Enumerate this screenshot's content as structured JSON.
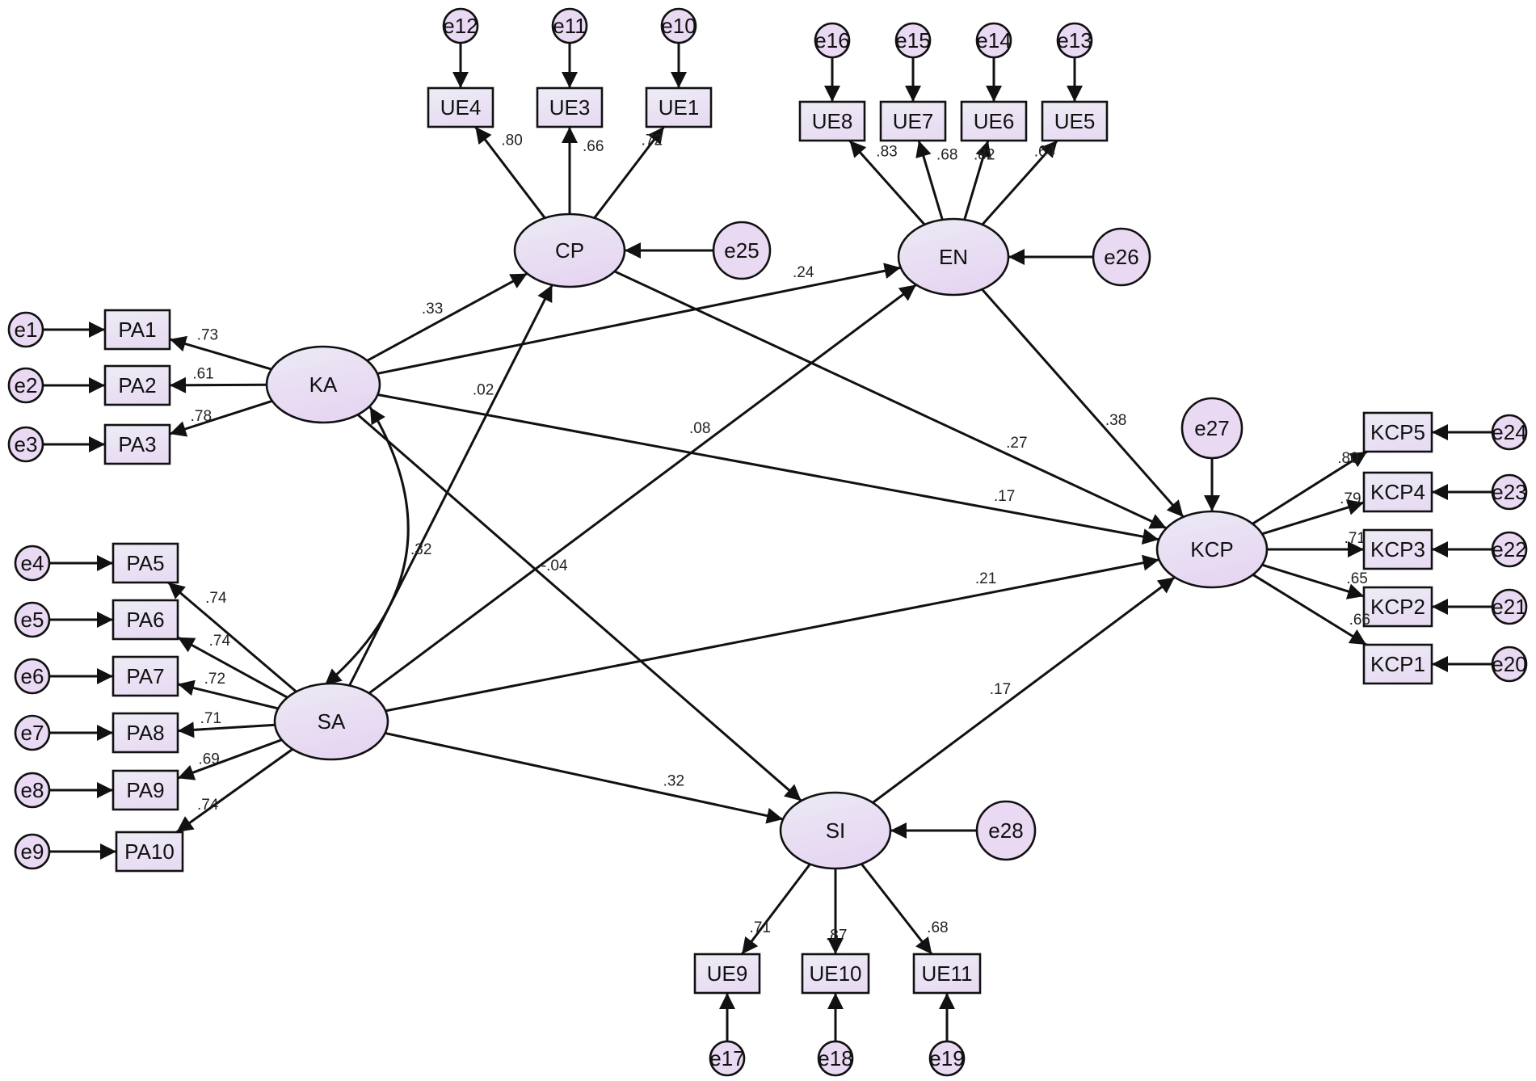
{
  "colors": {
    "latent_fill_top": "#eceaf4",
    "latent_fill_bottom": "#e6d6f2",
    "indicator_fill_top": "#eeecf5",
    "indicator_fill_bottom": "#e8dcf3",
    "error_fill": "#e9d9f3",
    "stroke": "#111111"
  },
  "latent": [
    {
      "id": "KA",
      "label": "KA"
    },
    {
      "id": "SA",
      "label": "SA"
    },
    {
      "id": "CP",
      "label": "CP"
    },
    {
      "id": "EN",
      "label": "EN"
    },
    {
      "id": "KCP",
      "label": "KCP"
    },
    {
      "id": "SI",
      "label": "SI"
    }
  ],
  "indicators": [
    {
      "id": "PA1",
      "label": "PA1"
    },
    {
      "id": "PA2",
      "label": "PA2"
    },
    {
      "id": "PA3",
      "label": "PA3"
    },
    {
      "id": "PA5",
      "label": "PA5"
    },
    {
      "id": "PA6",
      "label": "PA6"
    },
    {
      "id": "PA7",
      "label": "PA7"
    },
    {
      "id": "PA8",
      "label": "PA8"
    },
    {
      "id": "PA9",
      "label": "PA9"
    },
    {
      "id": "PA10",
      "label": "PA10"
    },
    {
      "id": "UE4",
      "label": "UE4"
    },
    {
      "id": "UE3",
      "label": "UE3"
    },
    {
      "id": "UE1",
      "label": "UE1"
    },
    {
      "id": "UE8",
      "label": "UE8"
    },
    {
      "id": "UE7",
      "label": "UE7"
    },
    {
      "id": "UE6",
      "label": "UE6"
    },
    {
      "id": "UE5",
      "label": "UE5"
    },
    {
      "id": "KCP5",
      "label": "KCP5"
    },
    {
      "id": "KCP4",
      "label": "KCP4"
    },
    {
      "id": "KCP3",
      "label": "KCP3"
    },
    {
      "id": "KCP2",
      "label": "KCP2"
    },
    {
      "id": "KCP1",
      "label": "KCP1"
    },
    {
      "id": "UE9",
      "label": "UE9"
    },
    {
      "id": "UE10",
      "label": "UE10"
    },
    {
      "id": "UE11",
      "label": "UE11"
    }
  ],
  "errors": [
    {
      "id": "e1",
      "label": "e1",
      "target": "PA1"
    },
    {
      "id": "e2",
      "label": "e2",
      "target": "PA2"
    },
    {
      "id": "e3",
      "label": "e3",
      "target": "PA3"
    },
    {
      "id": "e4",
      "label": "e4",
      "target": "PA5"
    },
    {
      "id": "e5",
      "label": "e5",
      "target": "PA6"
    },
    {
      "id": "e6",
      "label": "e6",
      "target": "PA7"
    },
    {
      "id": "e7",
      "label": "e7",
      "target": "PA8"
    },
    {
      "id": "e8",
      "label": "e8",
      "target": "PA9"
    },
    {
      "id": "e9",
      "label": "e9",
      "target": "PA10"
    },
    {
      "id": "e12",
      "label": "e12",
      "target": "UE4"
    },
    {
      "id": "e11",
      "label": "e11",
      "target": "UE3"
    },
    {
      "id": "e10",
      "label": "e10",
      "target": "UE1"
    },
    {
      "id": "e16",
      "label": "e16",
      "target": "UE8"
    },
    {
      "id": "e15",
      "label": "e15",
      "target": "UE7"
    },
    {
      "id": "e14",
      "label": "e14",
      "target": "UE6"
    },
    {
      "id": "e13",
      "label": "e13",
      "target": "UE5"
    },
    {
      "id": "e24",
      "label": "e24",
      "target": "KCP5"
    },
    {
      "id": "e23",
      "label": "e23",
      "target": "KCP4"
    },
    {
      "id": "e22",
      "label": "e22",
      "target": "KCP3"
    },
    {
      "id": "e21",
      "label": "e21",
      "target": "KCP2"
    },
    {
      "id": "e20",
      "label": "e20",
      "target": "KCP1"
    },
    {
      "id": "e17",
      "label": "e17",
      "target": "UE9"
    },
    {
      "id": "e18",
      "label": "e18",
      "target": "UE10"
    },
    {
      "id": "e19",
      "label": "e19",
      "target": "UE11"
    },
    {
      "id": "e25",
      "label": "e25",
      "target": "CP"
    },
    {
      "id": "e26",
      "label": "e26",
      "target": "EN"
    },
    {
      "id": "e27",
      "label": "e27",
      "target": "KCP"
    },
    {
      "id": "e28",
      "label": "e28",
      "target": "SI"
    }
  ],
  "loadings": [
    {
      "from": "KA",
      "to": "PA1",
      "coef": ".73"
    },
    {
      "from": "KA",
      "to": "PA2",
      "coef": ".61"
    },
    {
      "from": "KA",
      "to": "PA3",
      "coef": ".78"
    },
    {
      "from": "SA",
      "to": "PA5",
      "coef": ".74"
    },
    {
      "from": "SA",
      "to": "PA6",
      "coef": ".74"
    },
    {
      "from": "SA",
      "to": "PA7",
      "coef": ".72"
    },
    {
      "from": "SA",
      "to": "PA8",
      "coef": ".71"
    },
    {
      "from": "SA",
      "to": "PA9",
      "coef": ".69"
    },
    {
      "from": "SA",
      "to": "PA10",
      "coef": ".74"
    },
    {
      "from": "CP",
      "to": "UE4",
      "coef": ".80"
    },
    {
      "from": "CP",
      "to": "UE3",
      "coef": ".66"
    },
    {
      "from": "CP",
      "to": "UE1",
      "coef": ".72"
    },
    {
      "from": "EN",
      "to": "UE8",
      "coef": ".83"
    },
    {
      "from": "EN",
      "to": "UE7",
      "coef": ".68"
    },
    {
      "from": "EN",
      "to": "UE6",
      "coef": ".82"
    },
    {
      "from": "EN",
      "to": "UE5",
      "coef": ".64"
    },
    {
      "from": "KCP",
      "to": "KCP5",
      "coef": ".80"
    },
    {
      "from": "KCP",
      "to": "KCP4",
      "coef": ".79"
    },
    {
      "from": "KCP",
      "to": "KCP3",
      "coef": ".71"
    },
    {
      "from": "KCP",
      "to": "KCP2",
      "coef": ".65"
    },
    {
      "from": "KCP",
      "to": "KCP1",
      "coef": ".66"
    },
    {
      "from": "SI",
      "to": "UE9",
      "coef": ".71"
    },
    {
      "from": "SI",
      "to": "UE10",
      "coef": ".87"
    },
    {
      "from": "SI",
      "to": "UE11",
      "coef": ".68"
    }
  ],
  "paths": [
    {
      "from": "KA",
      "to": "CP",
      "coef": ".33"
    },
    {
      "from": "KA",
      "to": "EN",
      "coef": ".24"
    },
    {
      "from": "KA",
      "to": "KCP",
      "coef": ".17"
    },
    {
      "from": "KA",
      "to": "SI",
      "coef": "-.04"
    },
    {
      "from": "SA",
      "to": "CP",
      "coef": ".02"
    },
    {
      "from": "SA",
      "to": "EN",
      "coef": ".08"
    },
    {
      "from": "SA",
      "to": "KCP",
      "coef": ".21"
    },
    {
      "from": "SA",
      "to": "SI",
      "coef": ".32"
    },
    {
      "from": "CP",
      "to": "KCP",
      "coef": ".27"
    },
    {
      "from": "EN",
      "to": "KCP",
      "coef": ".38"
    },
    {
      "from": "SI",
      "to": "KCP",
      "coef": ".17"
    }
  ],
  "covariances": [
    {
      "from": "KA",
      "to": "SA",
      "coef": ".32"
    }
  ]
}
